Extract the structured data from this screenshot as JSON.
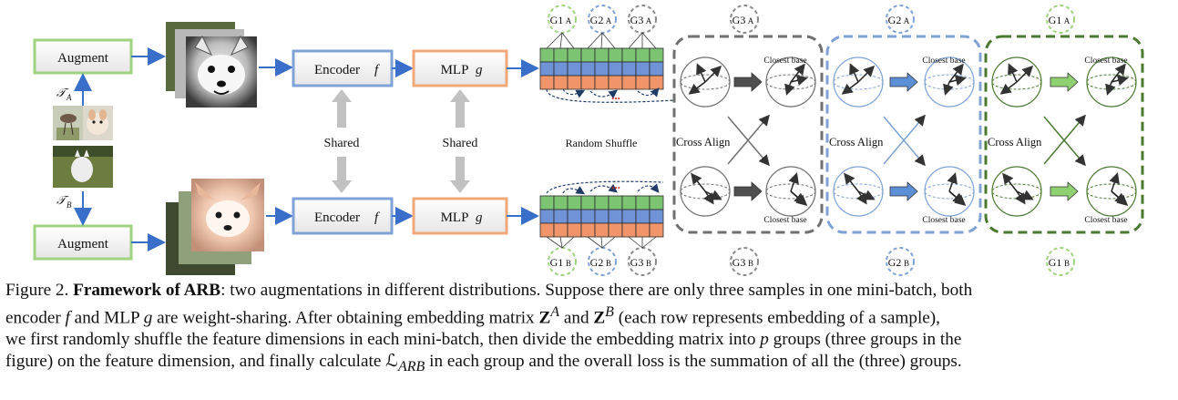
{
  "figure": {
    "augment_top": "Augment",
    "augment_bottom": "Augment",
    "transform_a": "𝒯",
    "transform_a_sub": "A",
    "transform_b": "𝒯",
    "transform_b_sub": "B",
    "encoder_top": "Encoder",
    "encoder_bottom": "Encoder",
    "encoder_symbol": "f",
    "mlp_top": "MLP",
    "mlp_bottom": "MLP",
    "mlp_symbol": "g",
    "shared_left": "Shared",
    "shared_right": "Shared",
    "random_shuffle": "Random Shuffle",
    "dots": "...",
    "groups_top": [
      "G1",
      "G2",
      "G3"
    ],
    "groups_top_sub": "A",
    "groups_bottom": [
      "G1",
      "G2",
      "G3"
    ],
    "groups_bottom_sub": "B",
    "panels": [
      {
        "top_label": "G3",
        "top_sub": "A",
        "bottom_label": "G3",
        "bottom_sub": "B",
        "cross_align": "Cross Align",
        "closest_top": "Closest base",
        "closest_bottom": "Closest base",
        "color": "#707070",
        "arrow_fill": "#505050"
      },
      {
        "top_label": "G2",
        "top_sub": "A",
        "bottom_label": "G2",
        "bottom_sub": "B",
        "cross_align": "Cross Align",
        "closest_top": "Closest base",
        "closest_bottom": "Closest base",
        "color": "#7fa3d6",
        "arrow_fill": "#5b8fd6"
      },
      {
        "top_label": "G1",
        "top_sub": "A",
        "bottom_label": "G1",
        "bottom_sub": "B",
        "cross_align": "Cross Align",
        "closest_top": "Closest base",
        "closest_bottom": "Closest base",
        "color": "#4a7a30",
        "arrow_fill": "#8fd070"
      }
    ],
    "colors": {
      "augment_border": "#9fd37f",
      "encoder_border": "#7fa3d6",
      "mlp_border": "#f0a878",
      "row_green": "#7cc472",
      "row_blue": "#6f93d6",
      "row_orange": "#f0956a",
      "arrow_blue": "#3a6fc9",
      "shared_gray": "#c0c0c0",
      "g1_circle": "#9fd37f",
      "g2_circle": "#7fa3d6",
      "g3_circle": "#8a8a8a"
    }
  },
  "caption": {
    "prefix": "Figure 2.",
    "title": "Framework of ARB",
    "line1_rest": ": two augmentations in different distributions. Suppose there are only three samples in one mini-batch, both",
    "line2_a": "encoder",
    "line2_b": "f",
    "line2_c": "and MLP",
    "line2_d": "g",
    "line2_e": "are weight-sharing. After obtaining embedding matrix",
    "line2_f": "Z",
    "line2_g": "A",
    "line2_h": "and",
    "line2_i": "Z",
    "line2_j": "B",
    "line2_k": "(each row represents embedding of a sample),",
    "line3_a": "we first randomly shuffle the feature dimensions in each mini-batch, then divide the embedding matrix into",
    "line3_b": "p",
    "line3_c": "groups (three groups in the",
    "line4_a": "figure) on the feature dimension, and finally calculate",
    "line4_b": "ℒ",
    "line4_c": "ARB",
    "line4_d": "in each group and the overall loss is the summation of all the (three) groups."
  }
}
